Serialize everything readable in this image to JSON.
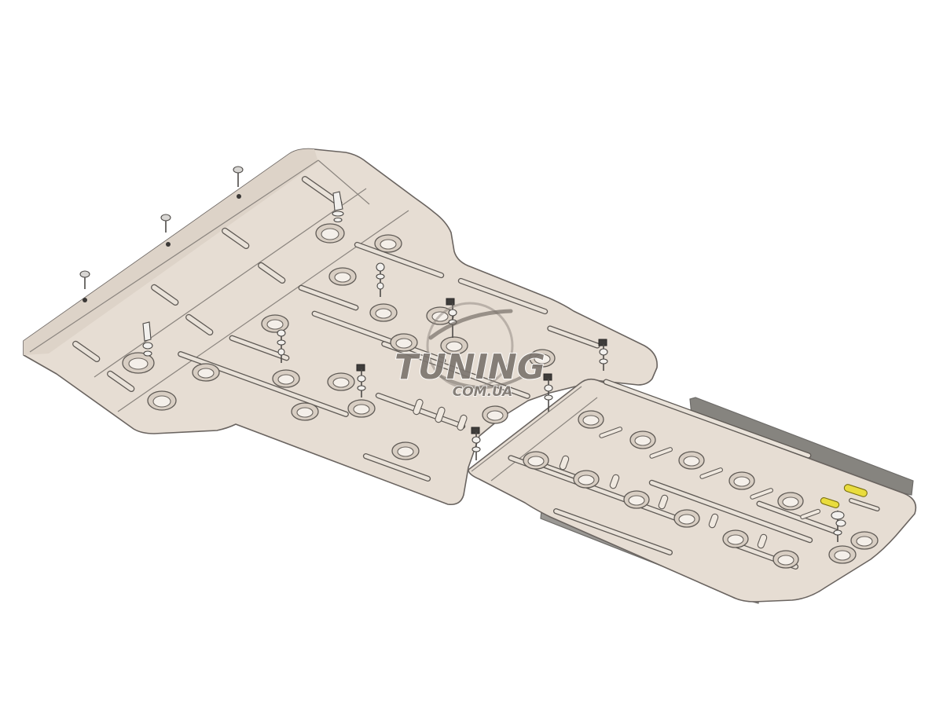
{
  "image": {
    "subject": "skid-plate",
    "watermark": {
      "brand": "TUNING",
      "domain": "COM.UA",
      "logo_icon": "globe-swoosh-icon"
    },
    "colors": {
      "plate": "#e6ddd3",
      "outline": "#6a6460",
      "rail": "#9a9894",
      "watermark": "#7d7670",
      "highlight_part": "#e9dc3e"
    }
  }
}
